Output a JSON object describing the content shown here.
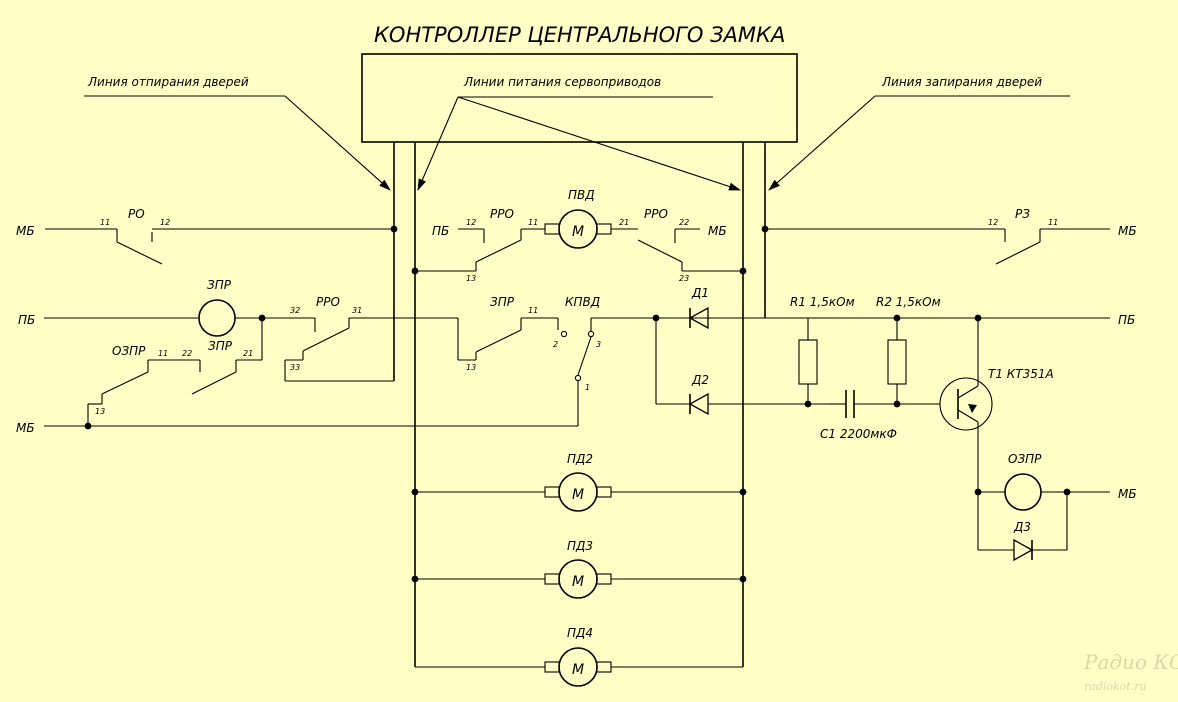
{
  "title": "КОНТРОЛЛЕР ЦЕНТРАЛЬНОГО ЗАМКА",
  "callouts": {
    "unlock_line": "Линия отпирания дверей",
    "servo_power": "Линии питания сервоприводов",
    "lock_line": "Линия запирания дверей"
  },
  "rails": {
    "mb": "МБ",
    "pb": "ПБ"
  },
  "relays": {
    "ro": "РО",
    "rro": "РРО",
    "rz": "РЗ",
    "zpr": "ЗПР",
    "ozpr": "ОЗПР"
  },
  "switch": {
    "kpvd": "КПВД"
  },
  "motors": {
    "pvd": "ПВД",
    "pd2": "ПД2",
    "pd3": "ПД3",
    "pd4": "ПД4",
    "symbol": "М"
  },
  "diodes": {
    "d1": "Д1",
    "d2": "Д2",
    "d3": "Д3"
  },
  "components": {
    "r1": "R1 1,5кОм",
    "r2": "R2 1,5кОм",
    "c1": "С1 2200мкФ",
    "t1": "Т1  КТ351А"
  },
  "pins": {
    "p11": "11",
    "p12": "12",
    "p13": "13",
    "p21": "21",
    "p22": "22",
    "p23": "23",
    "p31": "31",
    "p32": "32",
    "p33": "33",
    "p1": "1",
    "p2": "2",
    "p3": "3"
  },
  "watermark": {
    "logo": "Радио КОТ",
    "url": "radiokot.ru"
  }
}
